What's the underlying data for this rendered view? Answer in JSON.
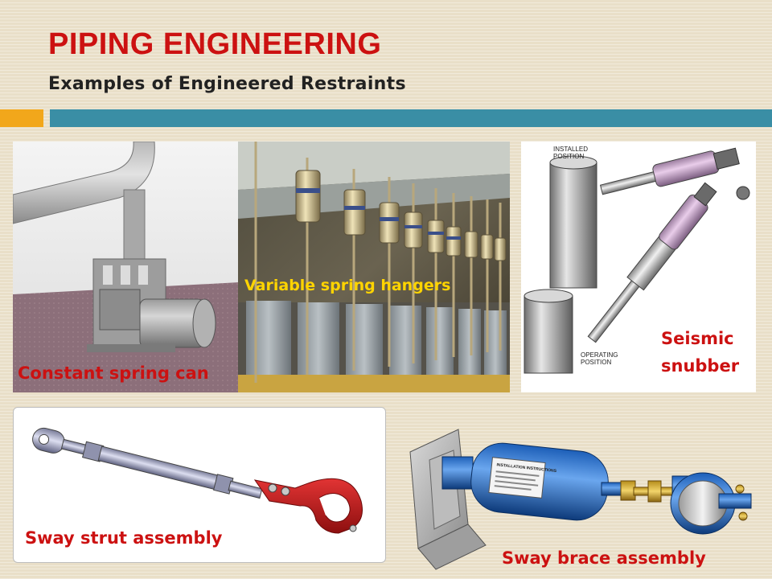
{
  "header": {
    "title": "PIPING ENGINEERING",
    "subtitle": "Examples of Engineered Restraints"
  },
  "panels": {
    "constant_spring": {
      "caption": "Constant spring can"
    },
    "variable_spring": {
      "caption": "Variable spring hangers"
    },
    "seismic_snubber": {
      "caption_line1": "Seismic",
      "caption_line2": "snubber",
      "installed_label_line1": "INSTALLED",
      "installed_label_line2": "POSITION",
      "operating_label_line1": "OPERATING",
      "operating_label_line2": "POSITION"
    },
    "sway_strut": {
      "caption": "Sway strut assembly"
    },
    "sway_brace": {
      "caption": "Sway brace assembly",
      "label_text": "INSTALLATION INSTRUCTIONS"
    }
  },
  "colors": {
    "title": "#cc1111",
    "caption": "#cc1111",
    "caption_highlight": "#ffd400",
    "accent_orange": "#f2a71b",
    "accent_teal": "#3a8ea5"
  }
}
